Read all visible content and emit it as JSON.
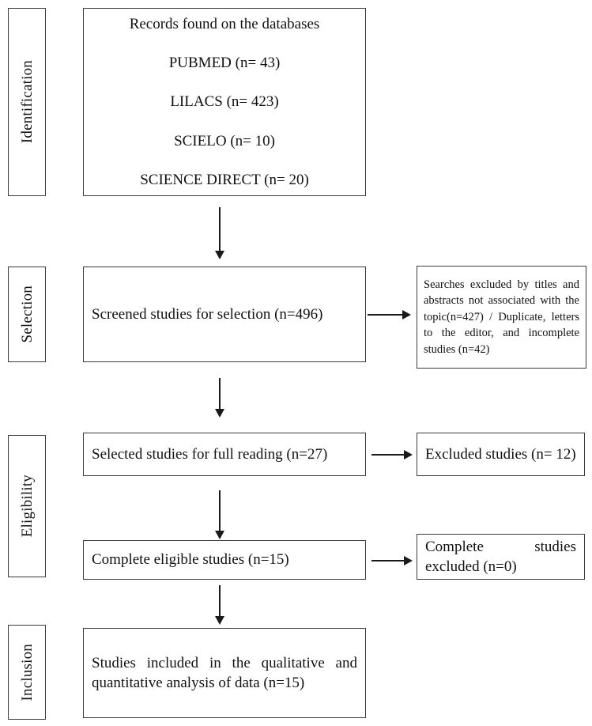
{
  "diagram": {
    "type": "prisma-flow-diagram",
    "background_color": "#ffffff",
    "line_color": "#3a3a3a",
    "arrow_color": "#1a1a1a",
    "text_color": "#111111"
  },
  "stages": [
    {
      "id": "identification",
      "label": "Identification"
    },
    {
      "id": "selection",
      "label": "Selection"
    },
    {
      "id": "eligibility",
      "label": "Eligibility"
    },
    {
      "id": "inclusion",
      "label": "Inclusion"
    }
  ],
  "boxes": {
    "identification": {
      "lines": [
        "Records found on the databases",
        "PUBMED (n= 43)",
        "LILACS (n= 423)",
        "SCIELO (n= 10)",
        "SCIENCE DIRECT (n= 20)"
      ]
    },
    "screened": {
      "text": "Screened studies for selection (n=496)"
    },
    "screened_excluded": {
      "text": "Searches excluded by titles and abstracts not associated with the topic(n=427) / Duplicate, letters to the editor, and incomplete studies (n=42)"
    },
    "full_reading": {
      "text": "Selected studies for full reading (n=27)"
    },
    "full_reading_excluded": {
      "text": "Excluded studies (n= 12)"
    },
    "complete_eligible": {
      "text": "Complete eligible studies (n=15)"
    },
    "complete_excluded": {
      "text": "Complete studies excluded (n=0)"
    },
    "included": {
      "text": "Studies included in the qualitative and quantitative analysis of data (n=15)"
    }
  },
  "counts": {
    "pubmed": 43,
    "lilacs": 423,
    "scielo": 10,
    "science_direct": 20,
    "screened": 496,
    "excluded_titles_abstracts": 427,
    "excluded_duplicates_letters_incomplete": 42,
    "full_reading": 27,
    "full_reading_excluded": 12,
    "complete_eligible": 15,
    "complete_excluded": 0,
    "included": 15
  },
  "arrows": [
    {
      "id": "identification-to-screened",
      "direction": "down"
    },
    {
      "id": "screened-to-full-reading",
      "direction": "down"
    },
    {
      "id": "full-reading-to-complete-eligible",
      "direction": "down"
    },
    {
      "id": "complete-eligible-to-included",
      "direction": "down"
    },
    {
      "id": "screened-to-screened-excluded",
      "direction": "right"
    },
    {
      "id": "full-reading-to-excluded",
      "direction": "right"
    },
    {
      "id": "complete-eligible-to-excluded",
      "direction": "right"
    }
  ]
}
